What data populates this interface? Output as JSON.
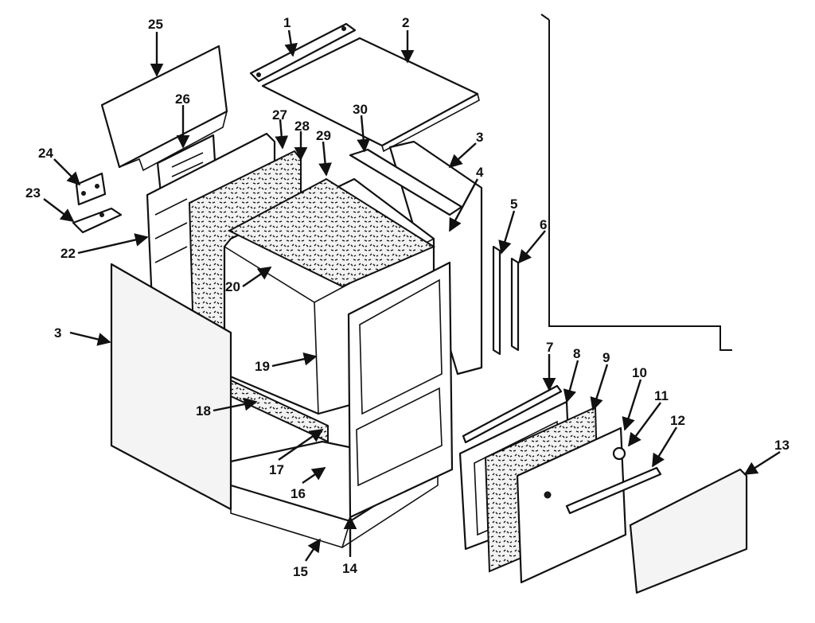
{
  "callouts": [
    "1",
    "2",
    "3",
    "3",
    "4",
    "5",
    "6",
    "7",
    "8",
    "9",
    "10",
    "11",
    "12",
    "13",
    "14",
    "15",
    "16",
    "17",
    "18",
    "19",
    "20",
    "22",
    "23",
    "24",
    "25",
    "26",
    "27",
    "28",
    "29",
    "30"
  ]
}
